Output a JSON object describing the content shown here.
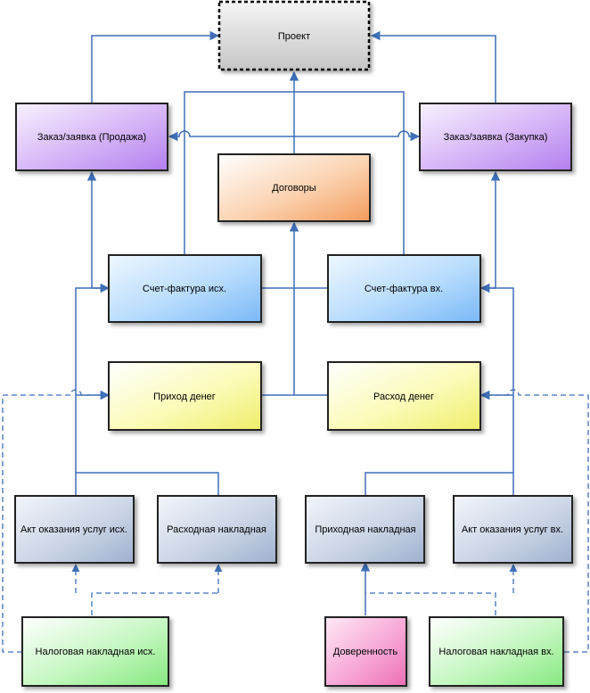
{
  "nodes": {
    "project": "Проект",
    "order_sale": "Заказ/заявка (Продажа)",
    "order_purchase": "Заказ/заявка (Закупка)",
    "contracts": "Договоры",
    "invoice_out": "Счет-фактура исх.",
    "invoice_in": "Счет-фактура вх.",
    "money_in": "Приход денег",
    "money_out": "Расход денег",
    "act_out": "Акт оказания услуг исх.",
    "expense_waybill": "Расходная накладная",
    "receipt_waybill": "Приходная накладная",
    "act_in": "Акт оказания услуг вх.",
    "tax_invoice_out": "Налоговая накладная исх.",
    "power_of_attorney": "Доверенность",
    "tax_invoice_in": "Налоговая накладная вх."
  },
  "colors": {
    "connector": "#3f6fb8",
    "project": "#d4d4d4",
    "order": "#c39af0",
    "contracts": "#f5b27e",
    "invoice": "#9ccdfb",
    "money": "#f6f68e",
    "document": "#b4c3dc",
    "tax_invoice": "#9ff09a",
    "power_of_attorney": "#f28cc6"
  }
}
